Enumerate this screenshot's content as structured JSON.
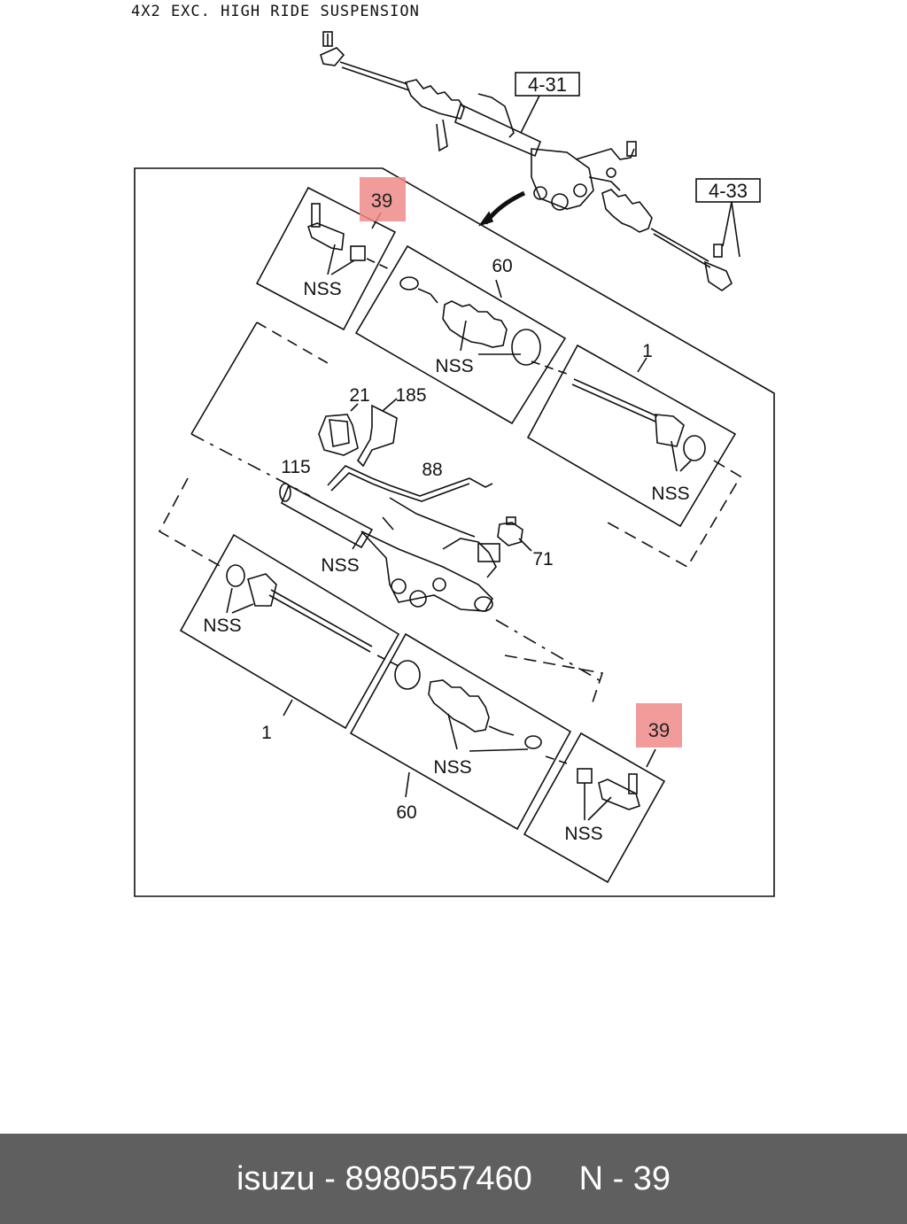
{
  "header": {
    "title": "4X2 EXC. HIGH RIDE SUSPENSION"
  },
  "ref_labels": {
    "top": "4-31",
    "right": "4-33"
  },
  "callouts": {
    "boot_top": "60",
    "boot_bottom": "60",
    "rod_right": "1",
    "rod_left": "1",
    "bracket_21": "21",
    "bracket_185": "185",
    "pipe_115": "115",
    "pipe_88": "88",
    "part_71": "71",
    "tie_end_top": "39",
    "tie_end_bottom": "39"
  },
  "nss_labels": {
    "tie_end_top": "NSS",
    "boot_top": "NSS",
    "rod_right": "NSS",
    "housing": "NSS",
    "rod_left": "NSS",
    "boot_bottom": "NSS",
    "tie_end_bottom": "NSS"
  },
  "highlight": {
    "color": "#f08a8a"
  },
  "footer": {
    "brand": "isuzu",
    "separator": " - ",
    "part_number": "8980557460",
    "page": "N - 39"
  }
}
